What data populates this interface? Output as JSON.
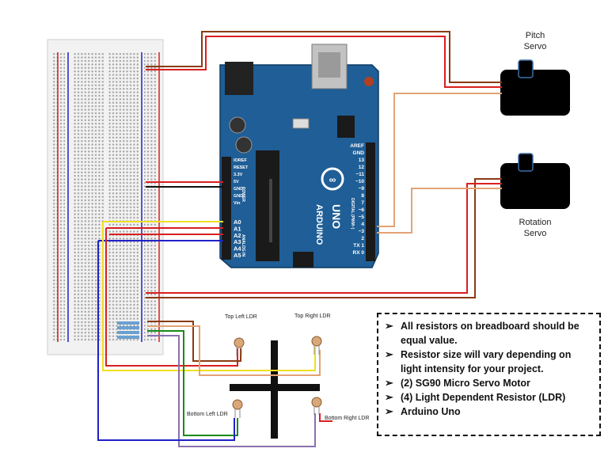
{
  "labels": {
    "pitch_servo": [
      "Pitch",
      "Servo"
    ],
    "rotation_servo": [
      "Rotation",
      "Servo"
    ],
    "top_left_ldr": "Top Left LDR",
    "top_right_ldr": "Top Right LDR",
    "bottom_left_ldr": "Bottom Left LDR",
    "bottom_right_ldr": "Bottom Right LDR"
  },
  "arduino": {
    "brand": "ARDUINO",
    "model": "UNO",
    "left_pins": [
      "IOREF",
      "RESET",
      "3.3V",
      "5V",
      "GND",
      "GND",
      "Vin"
    ],
    "analog_pins": [
      "A0",
      "A1",
      "A2",
      "A3",
      "A4",
      "A5"
    ],
    "power_label": "POWER",
    "analog_label": "ANALOG IN",
    "digital_pins": [
      "AREF",
      "GND",
      "13",
      "12",
      "~11",
      "~10",
      "~9",
      "8",
      "7",
      "~6",
      "~5",
      "4",
      "~3",
      "2",
      "TX 1",
      "RX 0"
    ],
    "digital_label": "DIGITAL (PWM~)"
  },
  "notes": {
    "bullet": "➢",
    "items": [
      "All resistors on breadboard should be equal value.",
      "Resistor size will vary depending on light intensity for your project.",
      "(2) SG90 Micro Servo Motor",
      "(4) Light Dependent Resistor (LDR)",
      "Arduino Uno"
    ]
  },
  "colors": {
    "board": "#1f5e96",
    "wire_brown": "#8b3a12",
    "wire_red": "#d91f1f",
    "wire_orange": "#e3a373",
    "wire_yellow": "#f0e020",
    "wire_blue": "#2020c8",
    "wire_green": "#1a8a1a",
    "wire_purple": "#8a70b0",
    "wire_black": "#111111"
  }
}
